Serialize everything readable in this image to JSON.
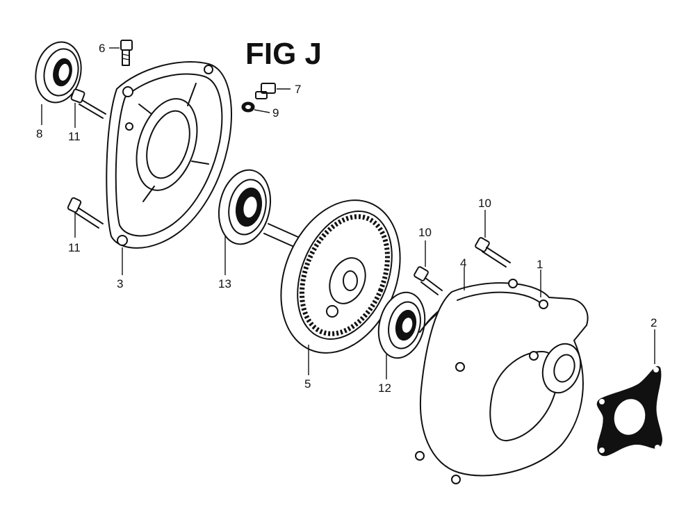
{
  "figure": {
    "title": "FIG J"
  },
  "callouts": {
    "c1": "1",
    "c2": "2",
    "c3": "3",
    "c4": "4",
    "c5": "5",
    "c6": "6",
    "c7": "7",
    "c8": "8",
    "c9": "9",
    "c10a": "10",
    "c10b": "10",
    "c11a": "11",
    "c11b": "11",
    "c12": "12",
    "c13": "13"
  }
}
